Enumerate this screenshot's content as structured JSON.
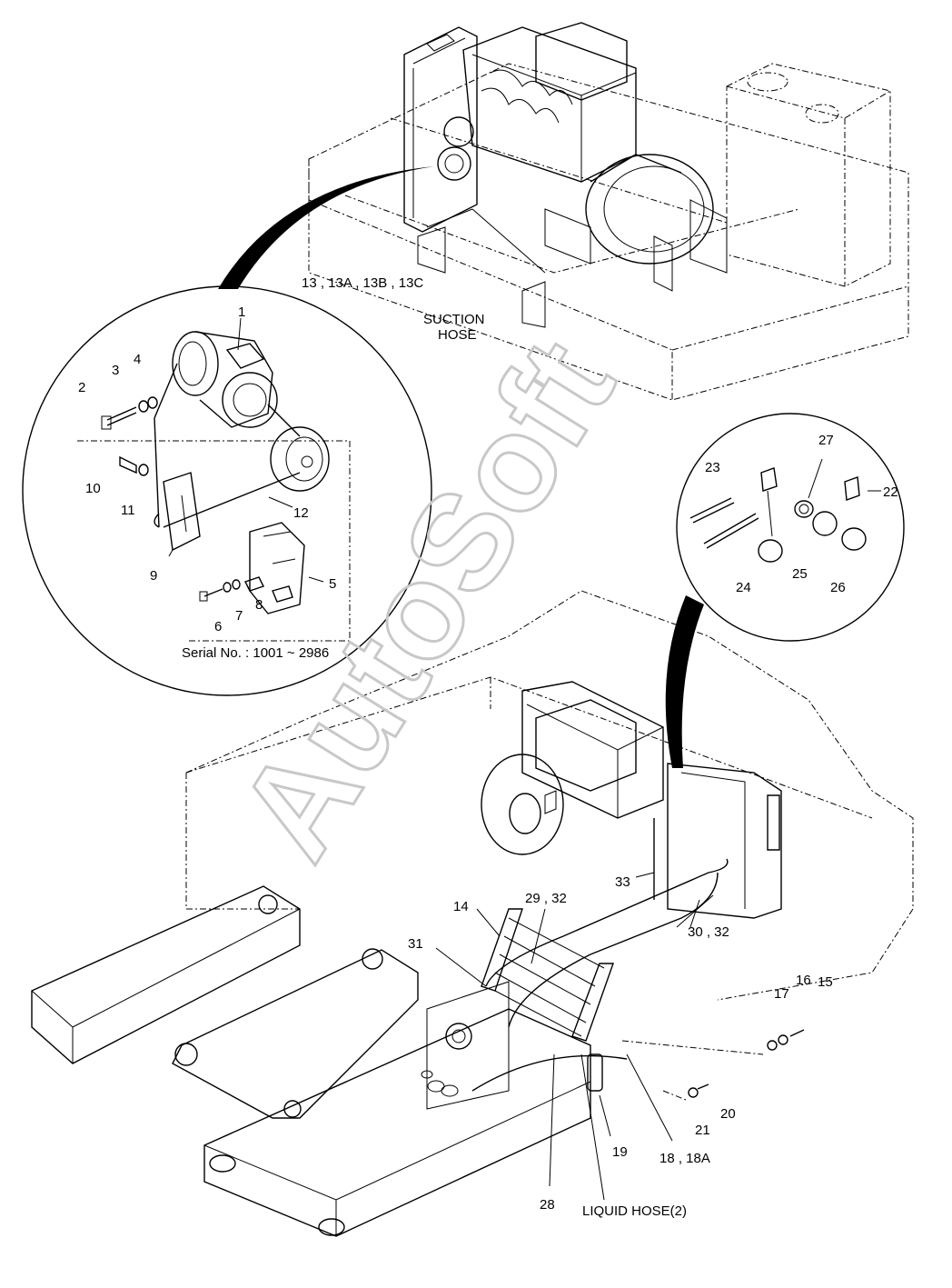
{
  "diagram": {
    "watermark": "AutoSoft",
    "serial_note": "Serial No. : 1001 ~ 2986",
    "callouts": {
      "c1": "1",
      "c2": "2",
      "c3": "3",
      "c4": "4",
      "c5": "5",
      "c6": "6",
      "c7": "7",
      "c8": "8",
      "c9": "9",
      "c10": "10",
      "c11": "11",
      "c12": "12",
      "c13": "13 , 13A , 13B , 13C",
      "suction1": "SUCTION",
      "suction2": "HOSE",
      "c14": "14",
      "c15": "15",
      "c16": "16",
      "c17": "17",
      "c18": "18 , 18A",
      "c19": "19",
      "c20": "20",
      "c21": "21",
      "c22": "22",
      "c23": "23",
      "c24": "24",
      "c25": "25",
      "c26": "26",
      "c27": "27",
      "c28": "28",
      "c29": "29 , 32",
      "c30": "30 , 32",
      "c31": "31",
      "c33": "33",
      "liquid": "LIQUID HOSE(2)"
    }
  }
}
